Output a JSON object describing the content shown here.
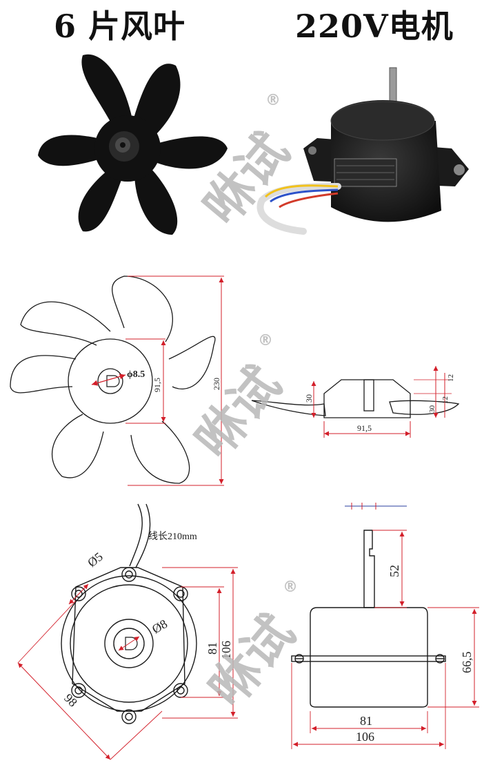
{
  "header": {
    "left_title": "6 片风叶",
    "right_title": "220V电机"
  },
  "watermark": {
    "text": "咻试",
    "registered_mark": "®"
  },
  "fan_drawing": {
    "hub_diameter": "ϕ8.5",
    "hub_height": "91,5",
    "overall_diameter": "230",
    "side_hub_width": "91,5",
    "side_height_1": "30",
    "side_height_2": "30",
    "side_small_1": "12",
    "side_small_2": "12"
  },
  "motor_drawing": {
    "wire_length": "线长210mm",
    "hole_diameter": "Ø5",
    "shaft_diameter": "Ø8",
    "mount_height_inner": "81",
    "mount_height_outer": "106",
    "diagonal": "98",
    "shaft_length": "52",
    "body_height": "66,5",
    "width_inner": "81",
    "width_outer": "106"
  },
  "colors": {
    "line": "#1a1a1a",
    "dim_red": "#d31f2a",
    "blue_dim": "#2a3d9c",
    "watermark": "#b8b8b8"
  }
}
